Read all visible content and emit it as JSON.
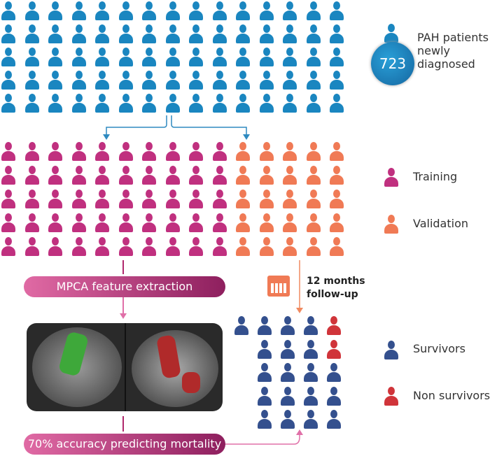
{
  "colors": {
    "patient": "#1a86c0",
    "training": "#c0307f",
    "validation": "#f07a55",
    "survivor": "#34508e",
    "non_survivor": "#d0343a"
  },
  "legend": {
    "patients_label_1": "PAH patients",
    "patients_label_2": "newly diagnosed",
    "patients_count": "723",
    "training": "Training",
    "validation": "Validation",
    "survivors": "Survivors",
    "non_survivors": "Non survivors"
  },
  "steps": {
    "feature_extraction": "MPCA feature extraction",
    "follow_up_1": "12 months",
    "follow_up_2": "follow-up",
    "accuracy": "70% accuracy predicting mortality"
  },
  "icons": [
    "person-icon",
    "calendar-icon",
    "heart-mri-image"
  ]
}
